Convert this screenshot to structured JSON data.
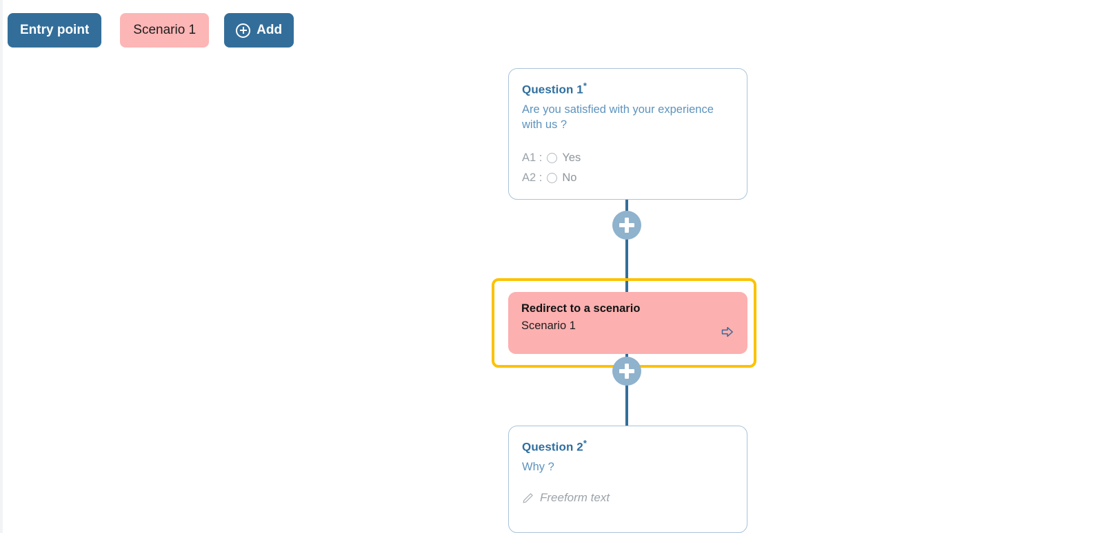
{
  "toolbar": {
    "entry_point_label": "Entry point",
    "scenario_tab_label": "Scenario 1",
    "add_label": "Add",
    "add_icon": "plus-circle-icon"
  },
  "colors": {
    "brand_blue": "#336e9a",
    "card_border_blue": "#a8c3da",
    "question_text_blue": "#5d93bd",
    "pink": "#fcb0b0",
    "tab_pink": "#fcb6b6",
    "highlight_yellow": "#fcc200",
    "connector_node": "#8fb2cd",
    "muted_grey": "#9aa2a8"
  },
  "flow": {
    "nodes": [
      {
        "type": "question",
        "name": "question-1",
        "title": "Question 1",
        "required_marker": "*",
        "text": "Are you satisfied with your experience with us ?",
        "answers": [
          {
            "key": "A1 :",
            "label": "Yes",
            "input": "radio"
          },
          {
            "key": "A2 :",
            "label": "No",
            "input": "radio"
          }
        ]
      },
      {
        "type": "action",
        "name": "redirect-action",
        "title": "Redirect to a scenario",
        "subtitle": "Scenario 1",
        "icon": "arrow-right-outline-icon",
        "selected": true
      },
      {
        "type": "question",
        "name": "question-2",
        "title": "Question 2",
        "required_marker": "*",
        "text": "Why ?",
        "freeform_placeholder": "Freeform text",
        "freeform_icon": "pencil-icon"
      }
    ],
    "connector_add_buttons": [
      {
        "name": "add-node-button-1",
        "icon": "plus-icon"
      },
      {
        "name": "add-node-button-2",
        "icon": "plus-icon"
      }
    ]
  }
}
